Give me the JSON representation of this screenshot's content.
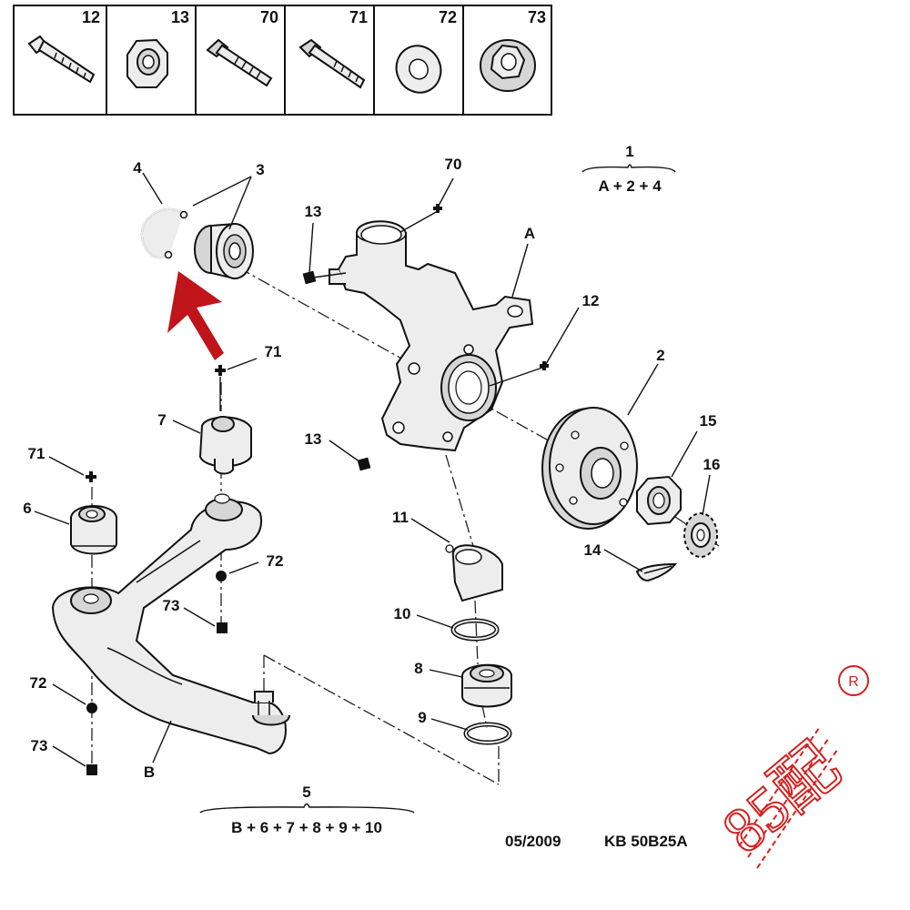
{
  "hardware_table": {
    "cells": [
      {
        "number": "12",
        "icon": "flange-bolt-icon"
      },
      {
        "number": "13",
        "icon": "lock-nut-icon"
      },
      {
        "number": "70",
        "icon": "square-head-bolt-icon"
      },
      {
        "number": "71",
        "icon": "hex-flange-bolt-icon"
      },
      {
        "number": "72",
        "icon": "flat-washer-icon"
      },
      {
        "number": "73",
        "icon": "flange-nut-icon"
      }
    ]
  },
  "assemblies": {
    "hub_assembly": {
      "number": "1",
      "formula": "A + 2 + 4"
    },
    "lower_arm_assembly": {
      "number": "5",
      "formula": "B + 6 + 7 + 8 + 9 + 10"
    }
  },
  "callouts": {
    "c4": "4",
    "c3": "3",
    "c70": "70",
    "c13a": "13",
    "cA": "A",
    "c12": "12",
    "c71a": "71",
    "c2": "2",
    "c15": "15",
    "c7": "7",
    "c13b": "13",
    "c16": "16",
    "c71b": "71",
    "c6": "6",
    "c11": "11",
    "c14": "14",
    "c72a": "72",
    "c73a": "73",
    "c10": "10",
    "c8": "8",
    "c72b": "72",
    "c9": "9",
    "c73b": "73",
    "cB": "B"
  },
  "footer": {
    "date": "05/2009",
    "reference": "KB 50B25A"
  },
  "watermark": {
    "text": "85配",
    "registered_mark": "R",
    "color": "#d42020"
  },
  "highlight_arrow": {
    "color": "#c0141b",
    "target_part": "4"
  }
}
